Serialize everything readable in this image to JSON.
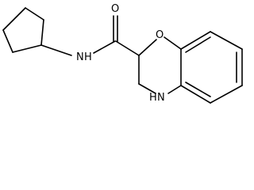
{
  "structure": {
    "atoms": {
      "carbonyl_oxygen": "O",
      "amide_nitrogen": "N",
      "amide_hydrogen": "H",
      "ring_oxygen": "O",
      "ring_nitrogen": "N",
      "ring_hydrogen": "H"
    },
    "colors": {
      "bond": "#000000",
      "label": "#000000",
      "background": "#ffffff"
    }
  }
}
